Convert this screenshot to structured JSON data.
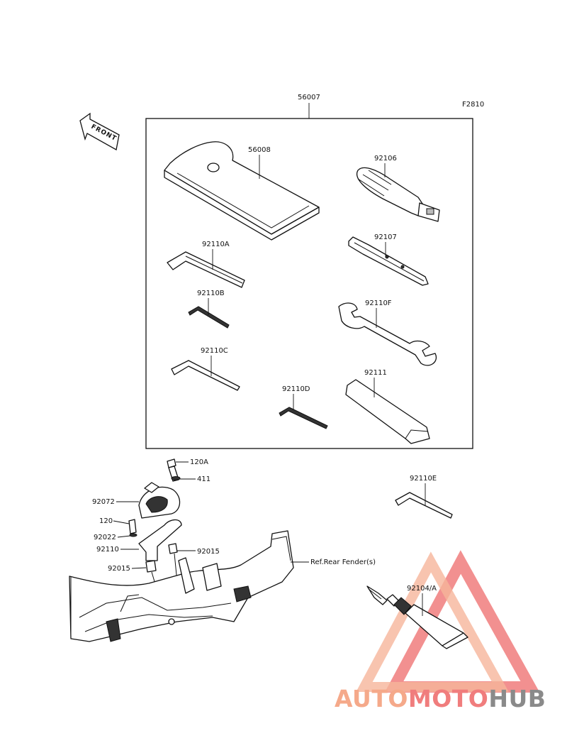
{
  "diagram_code": "F2810",
  "front_label": "FRONT",
  "kit_part": "56007",
  "parts": {
    "p56008": "56008",
    "p92106": "92106",
    "p92110A": "92110A",
    "p92107": "92107",
    "p92110B": "92110B",
    "p92110F": "92110F",
    "p92110C": "92110C",
    "p92111": "92111",
    "p92110D": "92110D",
    "p92110E": "92110E",
    "p120A": "120A",
    "p411": "411",
    "p92072": "92072",
    "p120": "120",
    "p92022": "92022",
    "p92110": "92110",
    "p92015a": "92015",
    "p92015b": "92015",
    "p92104A": "92104/A"
  },
  "ref_note": "Ref.Rear Fender(s)",
  "watermark": {
    "auto": "AUTO",
    "moto": "MOTO",
    "hub": "HUB"
  },
  "colors": {
    "watermark_orange": "#f5a98a",
    "watermark_red": "#f07d7d",
    "watermark_gray": "#8a8a8a"
  }
}
